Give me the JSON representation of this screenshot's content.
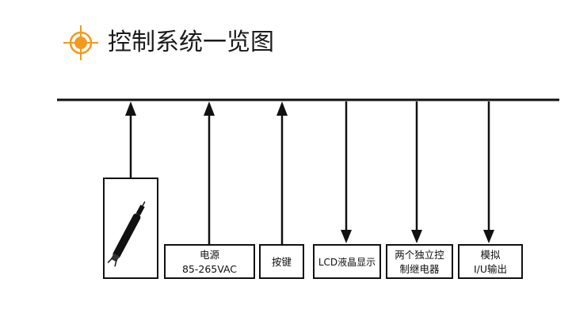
{
  "title": "控制系统一览图",
  "colors": {
    "accent": "#f39a1e",
    "line": "#111111"
  },
  "icons": {
    "title_icon": "crosshair-sun-icon",
    "probe_icon": "electrode-probe-icon"
  },
  "nodes": [
    {
      "id": "probe",
      "label_lines": [],
      "direction": "input"
    },
    {
      "id": "power",
      "label_lines": [
        "电源",
        "85-265VAC"
      ],
      "direction": "input"
    },
    {
      "id": "keys",
      "label_lines": [
        "按键"
      ],
      "direction": "input"
    },
    {
      "id": "lcd",
      "label_lines": [
        "LCD液晶显示"
      ],
      "direction": "output"
    },
    {
      "id": "relay",
      "label_lines": [
        "两个独立控",
        "制继电器"
      ],
      "direction": "output"
    },
    {
      "id": "analog",
      "label_lines": [
        "模拟",
        "I/U输出"
      ],
      "direction": "output"
    }
  ]
}
